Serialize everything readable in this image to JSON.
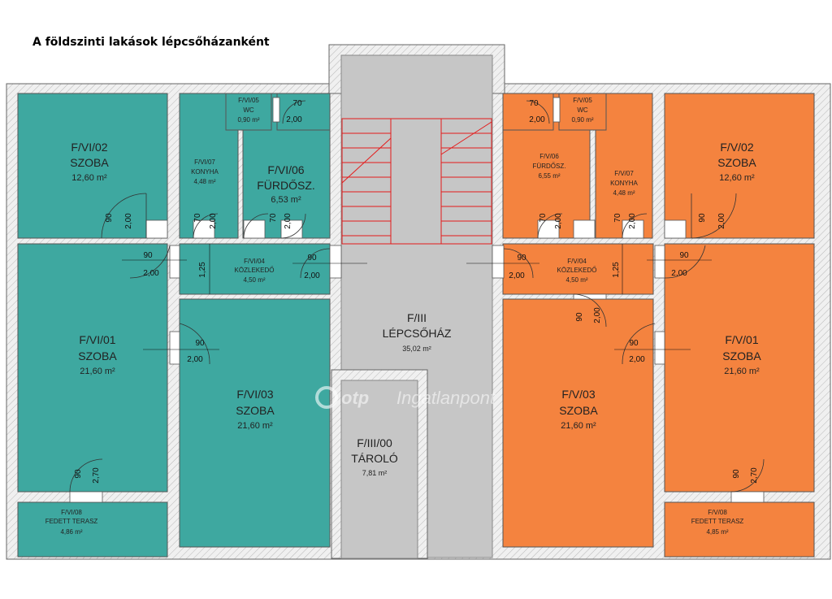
{
  "page": {
    "title": "A földszinti lakások lépcsőházanként"
  },
  "colors": {
    "left_unit": "#3ea8a0",
    "right_unit": "#f4833f",
    "stair": "#c6c6c6",
    "wall": "#e6e6e6",
    "stairs_line": "#e41b1b"
  },
  "watermark": {
    "brand": "otp",
    "text": "Ingatlanpont"
  },
  "rooms": {
    "vi02": {
      "code": "F/VI/02",
      "name": "SZOBA",
      "area": "12,60 m²"
    },
    "vi07": {
      "code": "F/VI/07",
      "name": "KONYHA",
      "area": "4,48 m²"
    },
    "vi05": {
      "code": "F/VI/05",
      "name": "WC",
      "area": "0,90 m²"
    },
    "vi06": {
      "code": "F/VI/06",
      "name": "FÜRDŐSZ.",
      "area": "6,53 m²"
    },
    "vi04": {
      "code": "F/VI/04",
      "name": "KÖZLEKEDŐ",
      "area": "4,50 m²"
    },
    "vi01": {
      "code": "F/VI/01",
      "name": "SZOBA",
      "area": "21,60 m²"
    },
    "vi03": {
      "code": "F/VI/03",
      "name": "SZOBA",
      "area": "21,60 m²"
    },
    "vi08": {
      "code": "F/VI/08",
      "name": "FEDETT TERASZ",
      "area": "4,86 m²"
    },
    "iii": {
      "code": "F/III",
      "name": "LÉPCSŐHÁZ",
      "area": "35,02 m²"
    },
    "iii00": {
      "code": "F/III/00",
      "name": "TÁROLÓ",
      "area": "7,81 m²"
    },
    "v05": {
      "code": "F/V/05",
      "name": "WC",
      "area": "0,90 m²"
    },
    "v06": {
      "code": "F/V/06",
      "name": "FÜRDŐSZ.",
      "area": "6,55 m²"
    },
    "v07": {
      "code": "F/V/07",
      "name": "KONYHA",
      "area": "4,48 m²"
    },
    "v02": {
      "code": "F/V/02",
      "name": "SZOBA",
      "area": "12,60 m²"
    },
    "v04": {
      "code": "F/V/04",
      "name": "KÖZLEKEDŐ",
      "area": "4,50 m²"
    },
    "v01": {
      "code": "F/V/01",
      "name": "SZOBA",
      "area": "21,60 m²"
    },
    "v03": {
      "code": "F/V/03",
      "name": "SZOBA",
      "area": "21,60 m²"
    },
    "v08": {
      "code": "F/V/08",
      "name": "FEDETT TERASZ",
      "area": "4,85 m²"
    }
  },
  "doors": {
    "w90": "90",
    "h200": "2,00",
    "w70": "70",
    "h270": "2,70",
    "d125": "1,25"
  }
}
